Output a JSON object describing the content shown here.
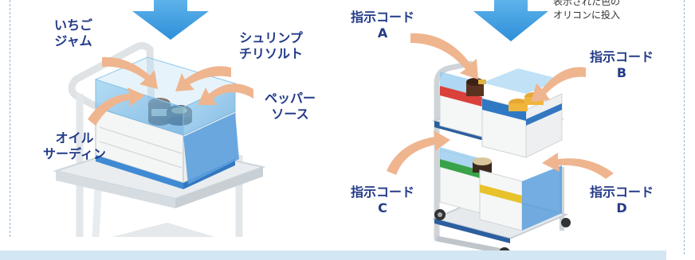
{
  "left_panel": {
    "labels": {
      "ichigo_jam": [
        "いちご",
        "ジャム"
      ],
      "shrimp_chili": [
        "シュリンプ",
        "チリソルト"
      ],
      "pepper_sauce": [
        "ペッパー",
        "ソース"
      ],
      "oil_sardine": [
        "オイル",
        "サーディン"
      ]
    }
  },
  "right_panel": {
    "note": [
      "表示された色の",
      "オリコンに投入"
    ],
    "codes": {
      "a": [
        "指示コード",
        "A"
      ],
      "b": [
        "指示コード",
        "B"
      ],
      "c": [
        "指示コード",
        "C"
      ],
      "d": [
        "指示コード",
        "D"
      ]
    }
  },
  "colors": {
    "label_text": "#233b87",
    "arrow_blue": "#3a9be0",
    "arrow_peach": "#efb58f",
    "bin_red": "#d9413a",
    "bin_blue": "#2f78c4",
    "bin_green": "#3aa24a",
    "bin_yellow": "#e7c22c",
    "band": "#d3e6f4"
  }
}
